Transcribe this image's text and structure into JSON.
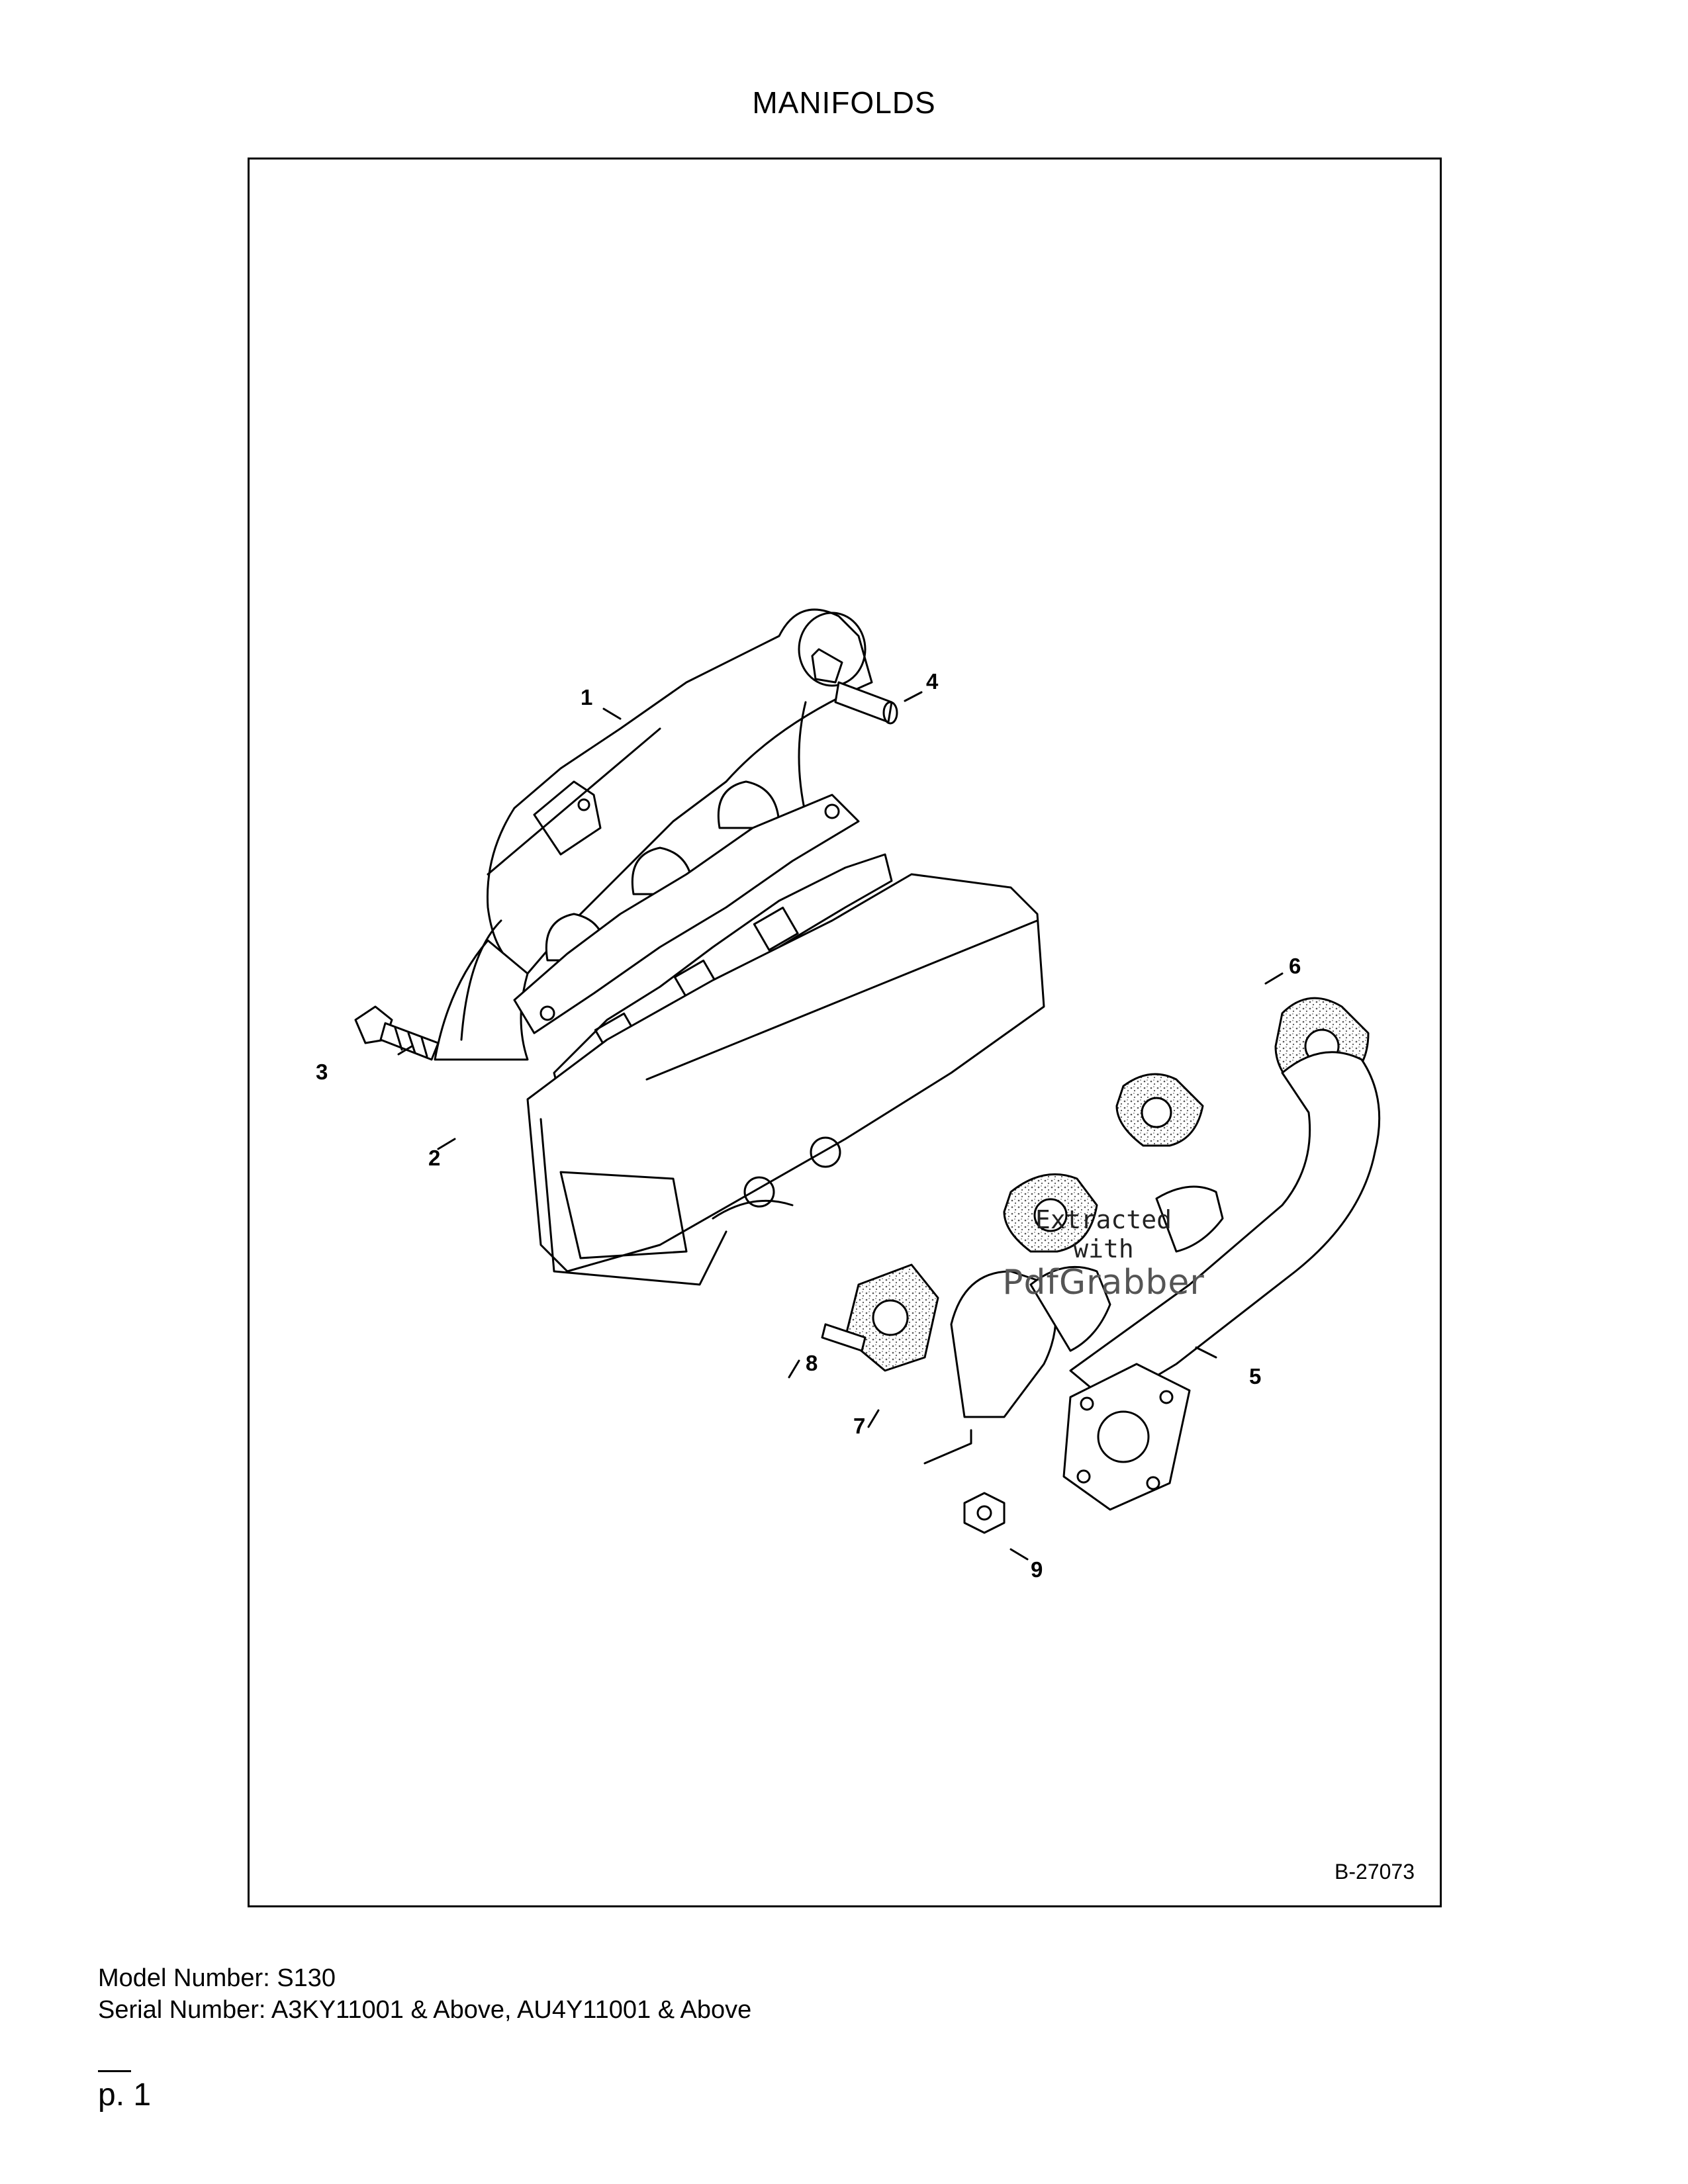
{
  "page": {
    "title": "MANIFOLDS",
    "diagram_id": "B-27073",
    "model_number": "Model Number: S130",
    "serial_number": "Serial Number: A3KY11001 & Above, AU4Y11001 & Above",
    "page_number": "p. 1"
  },
  "callouts": [
    "1",
    "2",
    "3",
    "4",
    "5",
    "6",
    "7",
    "8",
    "9"
  ],
  "watermark": {
    "line1": "Extracted",
    "line2": "with",
    "line3": "PdfGrabber"
  }
}
